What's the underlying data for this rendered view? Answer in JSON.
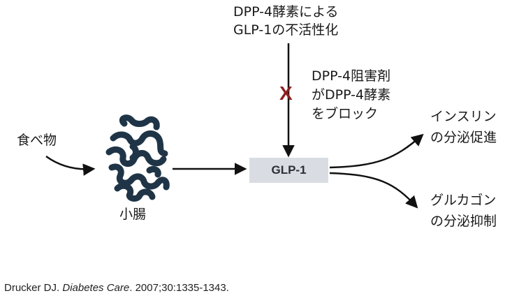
{
  "diagram": {
    "top_label": [
      "DPP-4酵素による",
      "GLP-1の不活性化"
    ],
    "inhibitor_label": [
      "DPP-4阻害剤",
      "がDPP-4酵素",
      "をブロック"
    ],
    "food_label": "食べ物",
    "intestine_label": "小腸",
    "center_box": "GLP-1",
    "insulin_label": [
      "インスリン",
      "の分泌促進"
    ],
    "glucagon_label": [
      "グルカゴン",
      "の分泌抑制"
    ],
    "block_mark": "X"
  },
  "colors": {
    "intestine": "#1f3547",
    "block_mark": "#8c1f1f",
    "box_fill": "#d9dde3",
    "arrow": "#111111"
  },
  "citation": {
    "authors": "Drucker DJ.",
    "journal": "Diabetes Care",
    "details": ". 2007;30:1335-1343."
  }
}
